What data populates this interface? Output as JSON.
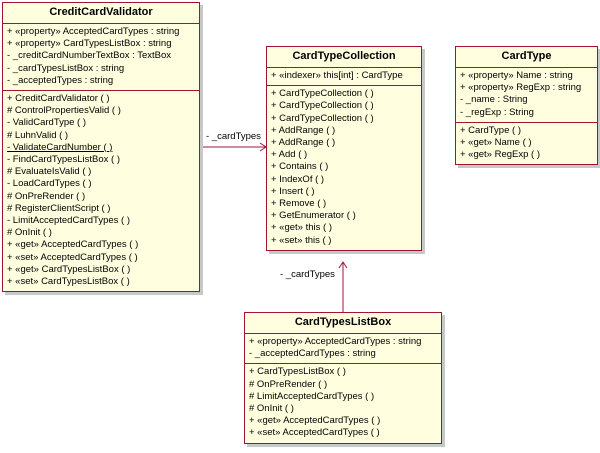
{
  "classes": {
    "credit_card_validator": {
      "name": "CreditCardValidator",
      "attributes": [
        "+ «property» AcceptedCardTypes : string",
        "+ «property» CardTypesListBox : string",
        "- _creditCardNumberTextBox : TextBox",
        "- _cardTypesListBox : string",
        "- _acceptedTypes : string"
      ],
      "operations": [
        "+ CreditCardValidator ( )",
        "# ControlPropertiesValid ( )",
        "- ValidCardType ( )",
        "# LuhnValid ( )",
        "- ValidateCardNumber ( )",
        "- FindCardTypesListBox ( )",
        "# EvaluateIsValid ( )",
        "- LoadCardTypes ( )",
        "# OnPreRender ( )",
        "# RegisterClientScript ( )",
        "- LimitAcceptedCardTypes ( )",
        "# OnInit ( )",
        "+ «get» AcceptedCardTypes ( )",
        "+ «set» AcceptedCardTypes ( )",
        "+ «get» CardTypesListBox ( )",
        "+ «set» CardTypesListBox ( )"
      ]
    },
    "card_type_collection": {
      "name": "CardTypeCollection",
      "attributes": [
        "+ «indexer» this[int] : CardType"
      ],
      "operations": [
        "+ CardTypeCollection ( )",
        "+ CardTypeCollection ( )",
        "+ CardTypeCollection ( )",
        "+ AddRange ( )",
        "+ AddRange ( )",
        "+ Add ( )",
        "+ Contains ( )",
        "+ IndexOf ( )",
        "+ Insert ( )",
        "+ Remove ( )",
        "+ GetEnumerator ( )",
        "+ «get» this ( )",
        "+ «set» this ( )"
      ]
    },
    "card_type": {
      "name": "CardType",
      "attributes": [
        "+ «property» Name : string",
        "+ «property» RegExp : string",
        "- _name : String",
        "- _regExp : String"
      ],
      "operations": [
        "+ CardType ( )",
        "+ «get» Name ( )",
        "+ «get» RegExp ( )"
      ]
    },
    "card_types_list_box": {
      "name": "CardTypesListBox",
      "attributes": [
        "+ «property» AcceptedCardTypes : string",
        "- _acceptedCardTypes : string"
      ],
      "operations": [
        "+ CardTypesListBox ( )",
        "# OnPreRender ( )",
        "# LimitAcceptedCardTypes ( )",
        "# OnInit ( )",
        "+ «get» AcceptedCardTypes ( )",
        "+ «set» AcceptedCardTypes ( )"
      ]
    }
  },
  "associations": {
    "validator_to_collection_role": "- _cardTypes",
    "listbox_to_collection_role": "- _cardTypes"
  },
  "colors": {
    "class_fill": "#ffffe0",
    "border": "#a0143c",
    "shadow": "#c8c8c8"
  }
}
